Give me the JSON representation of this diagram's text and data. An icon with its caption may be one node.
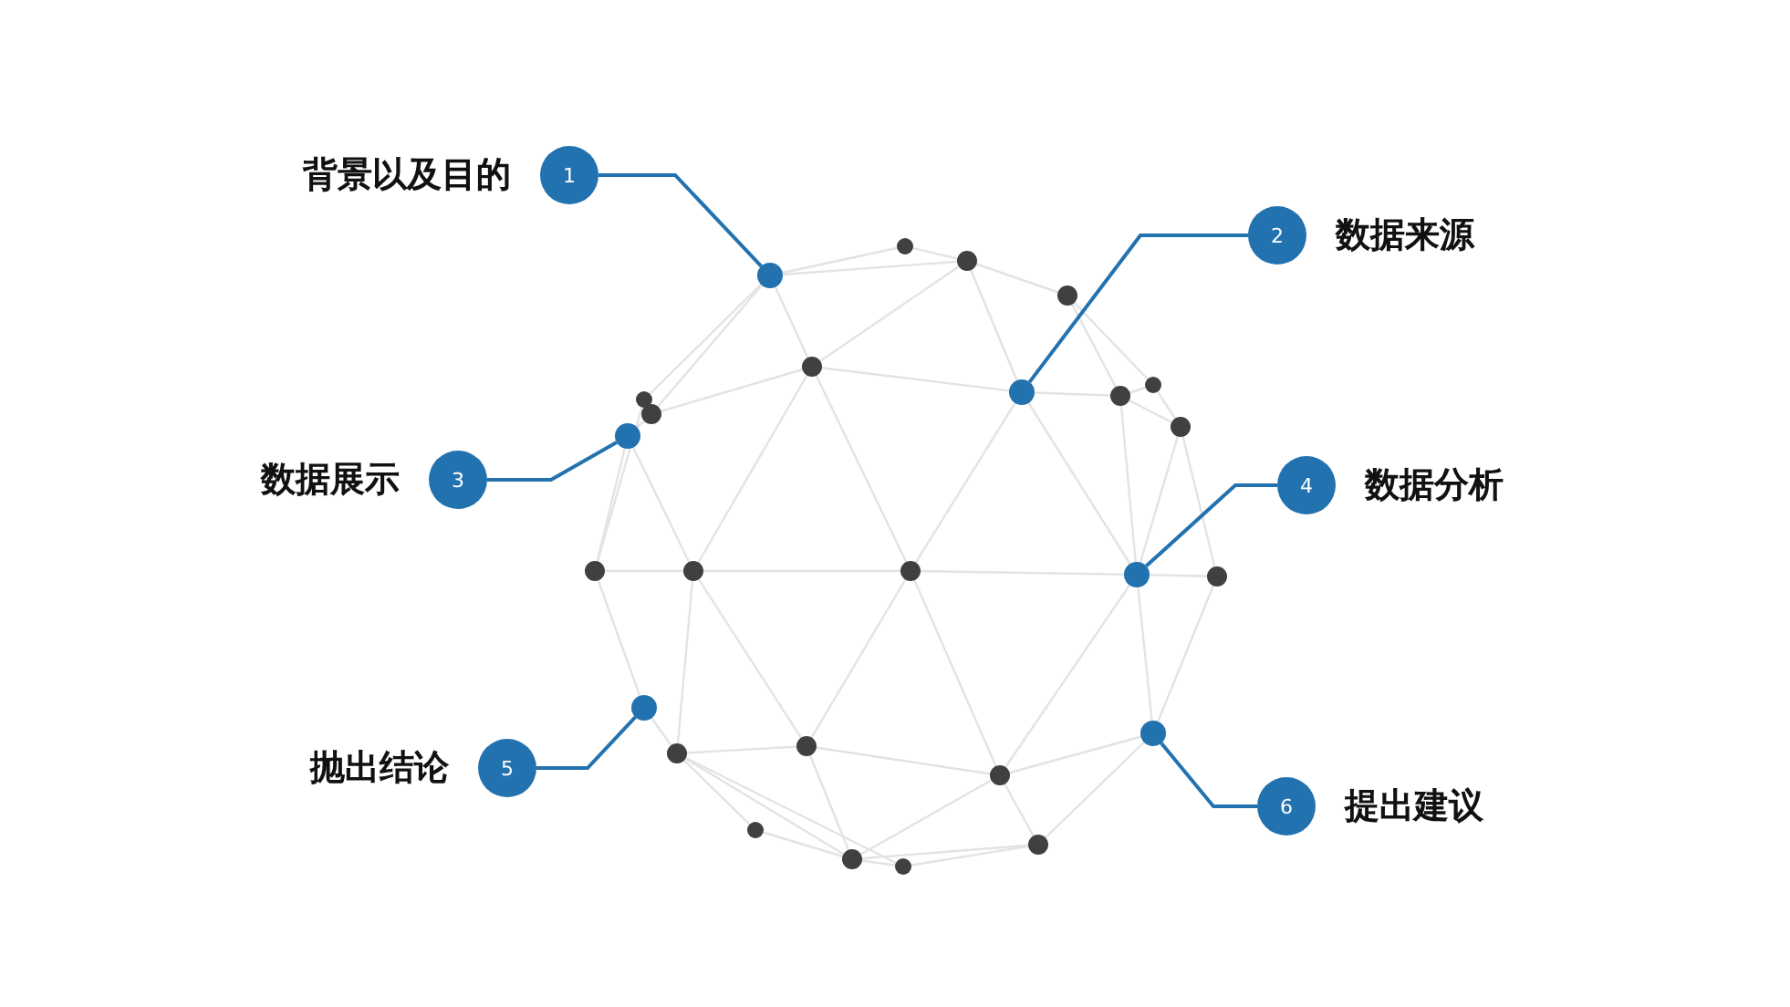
{
  "diagram": {
    "nodes": [
      {
        "text": [
          "1"
        ],
        "beside": [
          "背景以及目的"
        ]
      },
      {
        "text": [],
        "shape": "circle"
      },
      {
        "text": [
          "2"
        ],
        "beside": [
          "数据来源"
        ]
      },
      {
        "text": [],
        "shape": "circle"
      },
      {
        "text": [
          "3"
        ],
        "beside": [
          "数据展示"
        ]
      },
      {
        "text": [],
        "shape": "circle"
      },
      {
        "text": [
          "4"
        ],
        "beside": [
          "数据分析"
        ]
      },
      {
        "text": [],
        "shape": "circle"
      },
      {
        "text": [
          "5"
        ],
        "beside": [
          "抛出结论"
        ]
      },
      {
        "text": [],
        "shape": "circle"
      },
      {
        "text": [
          "6"
        ],
        "beside": [
          "提出建议"
        ]
      },
      {
        "text": [],
        "shape": "circle"
      }
    ],
    "edges": [
      {
        "from": 0,
        "to": 1,
        "arrow": "none"
      },
      {
        "from": 2,
        "to": 3,
        "arrow": "none"
      },
      {
        "from": 4,
        "to": 5,
        "arrow": "none"
      },
      {
        "from": 6,
        "to": 7,
        "arrow": "none"
      },
      {
        "from": 8,
        "to": 9,
        "arrow": "none"
      },
      {
        "from": 10,
        "to": 11,
        "arrow": "none"
      }
    ]
  }
}
